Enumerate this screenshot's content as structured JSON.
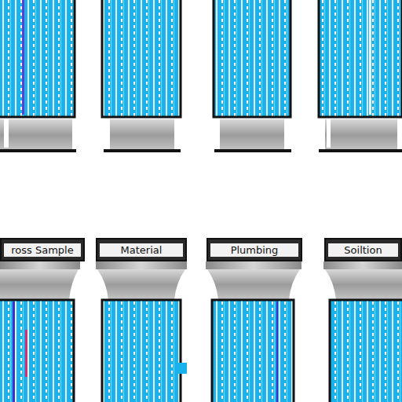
{
  "diagram": {
    "nodes": [
      {
        "text": [
          "ross Sample"
        ]
      },
      {
        "text": [
          "Material"
        ]
      },
      {
        "text": [
          "Plumbing"
        ]
      },
      {
        "text": [
          "Soiltion"
        ]
      }
    ]
  }
}
